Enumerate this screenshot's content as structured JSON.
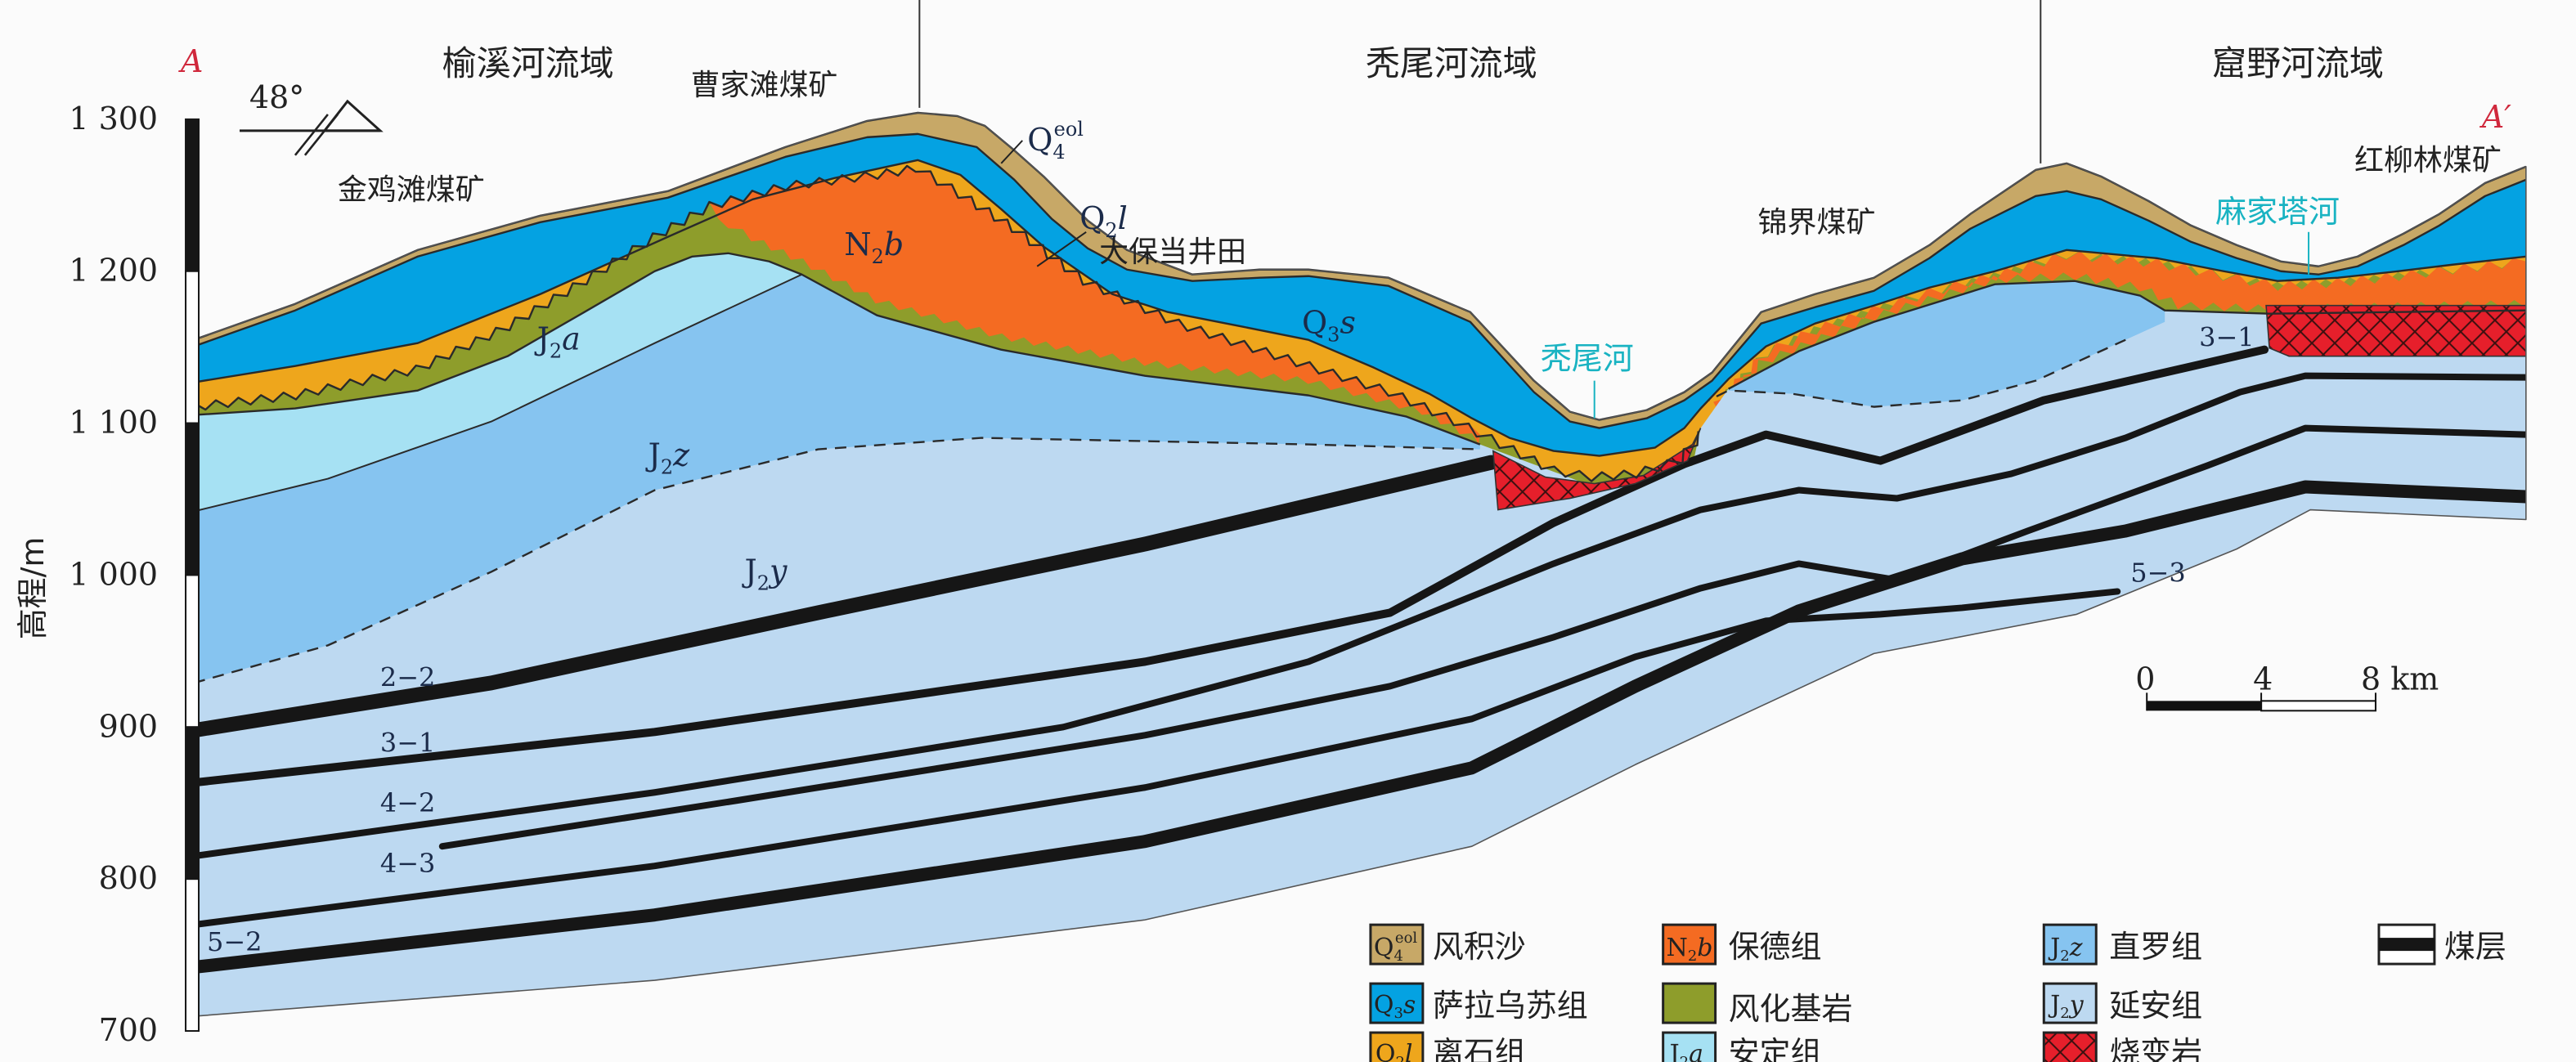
{
  "regions": {
    "yuxi": "榆溪河流域",
    "tuwei": "秃尾河流域",
    "kuye": "窟野河流域"
  },
  "section_ends": {
    "start": "A",
    "end": "A′"
  },
  "mines": {
    "jinjitan": "金鸡滩煤矿",
    "caojiatan": "曹家滩煤矿",
    "dabaodang": "大保当井田",
    "jinjie": "锦界煤矿",
    "hongliulin": "红柳林煤矿"
  },
  "rivers": {
    "tuwei": "秃尾河",
    "majiata": "麻家塔河"
  },
  "dip": "48°",
  "y_axis": {
    "label": "高程/m",
    "ticks": [
      "1 300",
      "1 200",
      "1 100",
      "1 000",
      "900",
      "800",
      "700"
    ]
  },
  "formations": {
    "q4eol": {
      "base": "Q",
      "sub": "4",
      "sup": "eol"
    },
    "q2l": {
      "base": "Q",
      "sub": "2",
      "tail": "l"
    },
    "q3s": {
      "base": "Q",
      "sub": "3",
      "tail": "s"
    },
    "n2b": {
      "base": "N",
      "sub": "2",
      "tail": "b"
    },
    "j2a": {
      "base": "J",
      "sub": "2",
      "tail": "a"
    },
    "j2z": {
      "base": "J",
      "sub": "2",
      "tail": "z"
    },
    "j2y": {
      "base": "J",
      "sub": "2",
      "tail": "y"
    }
  },
  "seam_labels": {
    "s22": "2−2",
    "s31": "3−1",
    "s42": "4−2",
    "s43": "4−3",
    "s52": "5−2",
    "s31_right": "3−1",
    "s53": "5−3"
  },
  "scale_bar": {
    "zero": "0",
    "mid": "4",
    "end": "8 km"
  },
  "legend": {
    "q4eol": "风积沙",
    "n2b": "保德组",
    "j2z": "直罗组",
    "coal": "煤层",
    "q3s": "萨拉乌苏组",
    "weathered": "风化基岩",
    "j2y": "延安组",
    "q2l": "离石组",
    "j2a": "安定组",
    "burnt": "烧变岩"
  },
  "colors": {
    "q4eol": "#c7a867",
    "q3s": "#04a2e2",
    "q2l": "#eea61c",
    "n2b": "#f46b22",
    "weathered": "#8e9d2b",
    "j2a": "#a6e1f3",
    "j2z": "#86c4f0",
    "j2y": "#bdd9f1",
    "burnt": "#e61f2b",
    "coal": "#161616",
    "river": "#19b3c2",
    "section_end": "#d0283c"
  }
}
